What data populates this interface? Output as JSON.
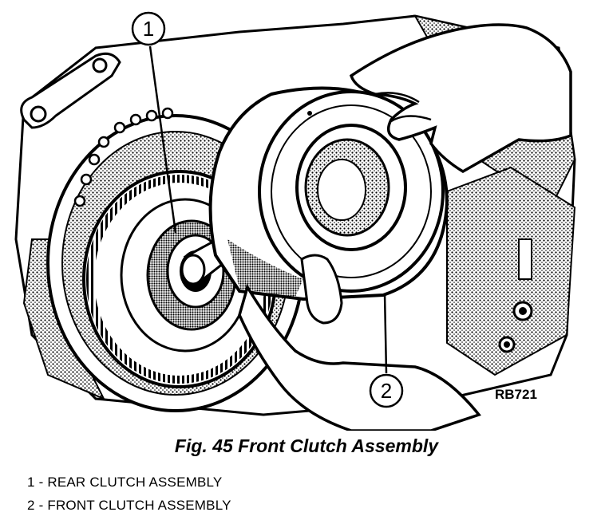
{
  "figure": {
    "image_code": "RB721",
    "caption": "Fig. 45 Front Clutch Assembly",
    "callouts": [
      {
        "number": "1",
        "label": "REAR CLUTCH ASSEMBLY",
        "legend_text": "1 - REAR CLUTCH ASSEMBLY"
      },
      {
        "number": "2",
        "label": "FRONT CLUTCH ASSEMBLY",
        "legend_text": "2 - FRONT CLUTCH ASSEMBLY"
      }
    ]
  }
}
